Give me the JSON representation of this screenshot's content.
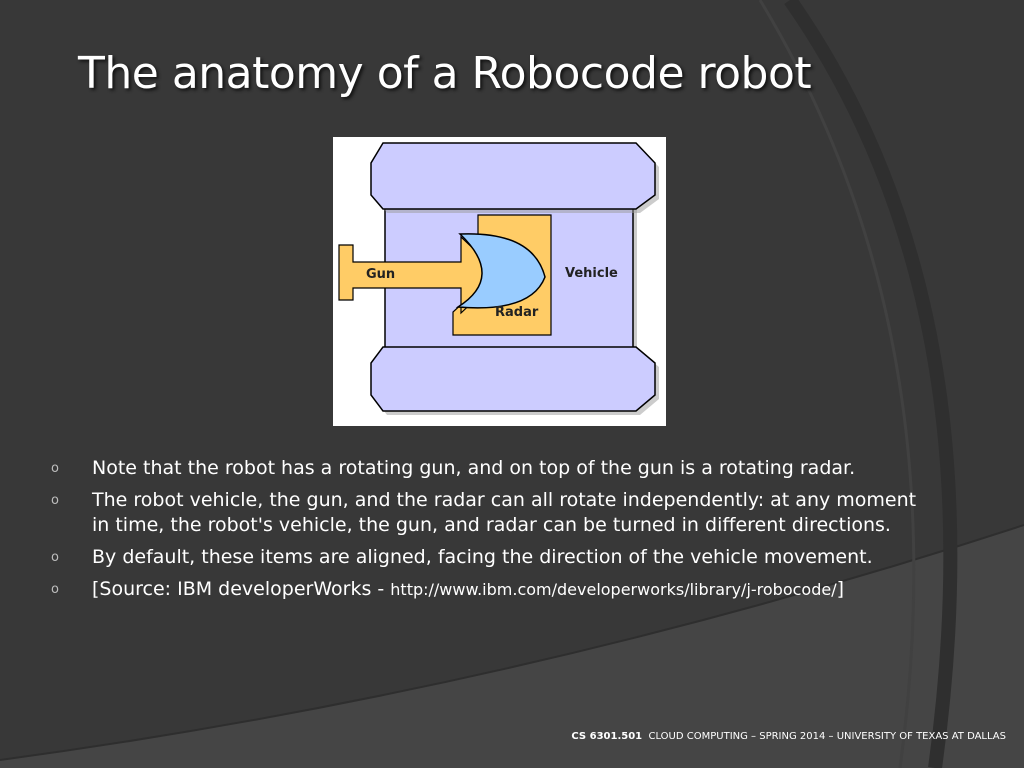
{
  "slide": {
    "title": "The anatomy of a Robocode robot"
  },
  "figure": {
    "labels": {
      "gun": "Gun",
      "radar": "Radar",
      "vehicle": "Vehicle"
    },
    "colors": {
      "body": "#ccccff",
      "turret": "#ffcc66",
      "radar": "#99ccff"
    }
  },
  "bullets": [
    {
      "marker": "o",
      "text": "Note that the robot has a rotating gun, and on top of the gun is a rotating radar."
    },
    {
      "marker": "o",
      "text": "The robot vehicle, the gun, and the radar can all rotate independently: at any moment in time, the robot's vehicle, the gun, and radar can be turned in different directions."
    },
    {
      "marker": "o",
      "text": "By default, these items are aligned, facing the direction of the vehicle movement."
    },
    {
      "marker": "o",
      "source_prefix": "[Source: IBM developerWorks - ",
      "source_url": "http://www.ibm.com/developerworks/library/j-robocode/",
      "source_suffix": "]"
    }
  ],
  "footer": {
    "course": "CS 6301.501",
    "text": "CLOUD COMPUTING – SPRING 2014 – UNIVERSITY OF TEXAS AT DALLAS"
  }
}
